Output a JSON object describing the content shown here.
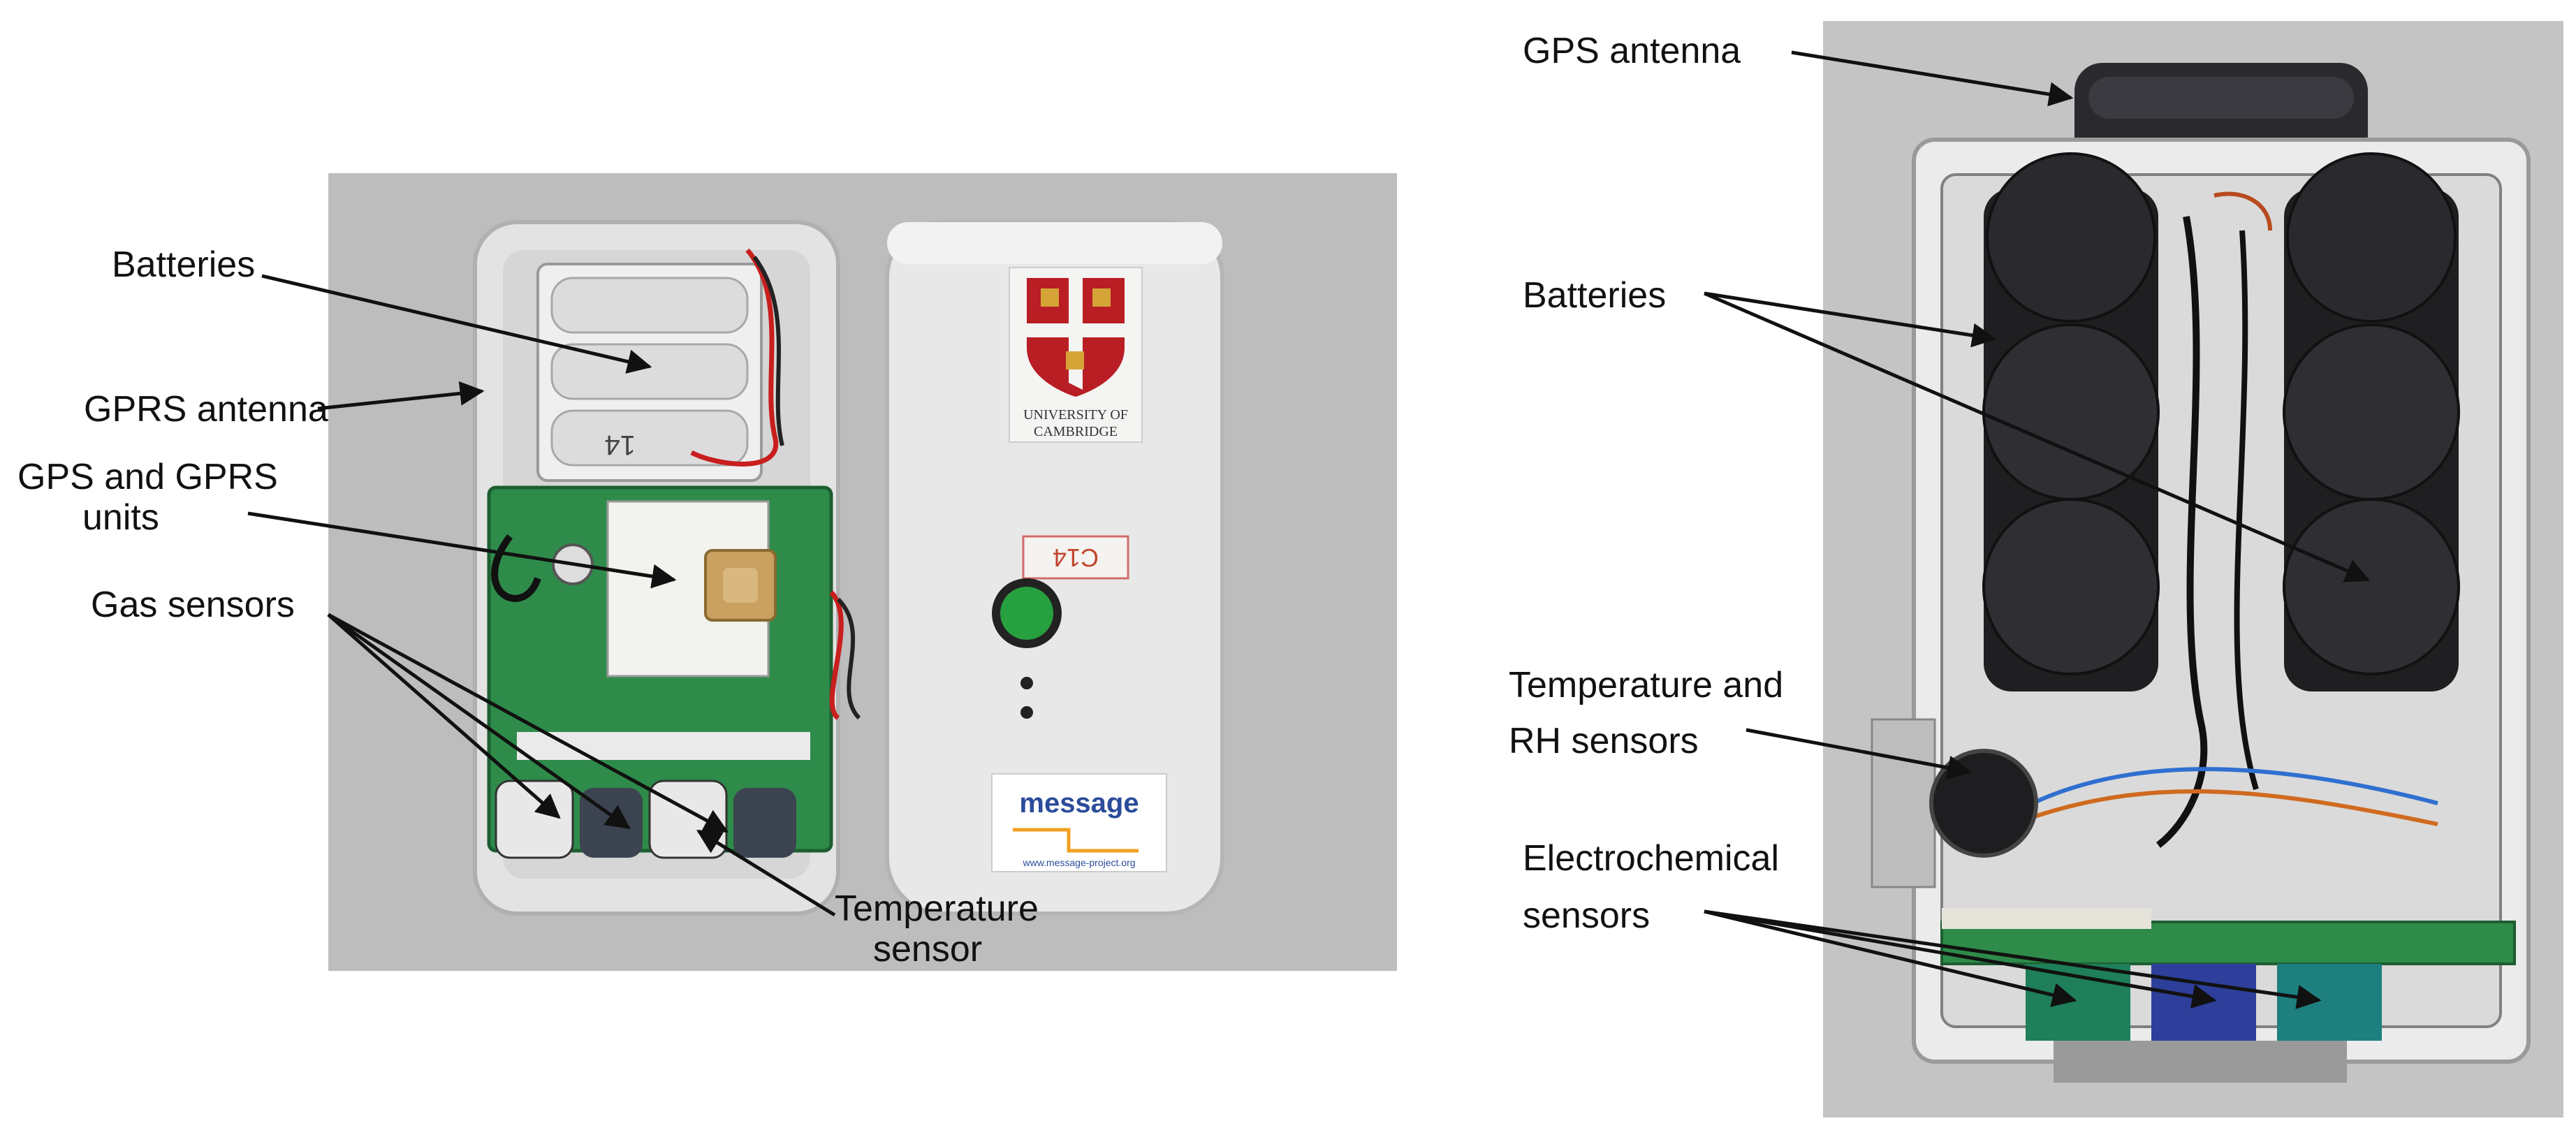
{
  "left_device": {
    "labels": {
      "batteries": "Batteries",
      "gprs_antenna": "GPRS antenna",
      "gps_gprs_line1": "GPS and GPRS",
      "gps_gprs_line2": "units",
      "gas_sensors": "Gas sensors",
      "temperature_line1": "Temperature",
      "temperature_line2": "sensor"
    },
    "battery_marking": "14",
    "cover": {
      "crest_text_line1": "UNIVERSITY OF",
      "crest_text_line2": "CAMBRIDGE",
      "id_sticker": "C14",
      "message_logo": "message",
      "message_url": "www.message-project.org"
    }
  },
  "right_device": {
    "labels": {
      "gps_antenna": "GPS antenna",
      "batteries": "Batteries",
      "temp_rh_line1": "Temperature and",
      "temp_rh_line2": "RH sensors",
      "electrochemical_line1": "Electrochemical",
      "electrochemical_line2": "sensors"
    }
  },
  "colors": {
    "arrow": "#111111",
    "pcb_green": "#2e8b4a",
    "casing": "#e6e6e6",
    "battery_black": "#2a2a2e",
    "left_background": "#bcbcbc",
    "right_background": "#c4c4c4"
  }
}
